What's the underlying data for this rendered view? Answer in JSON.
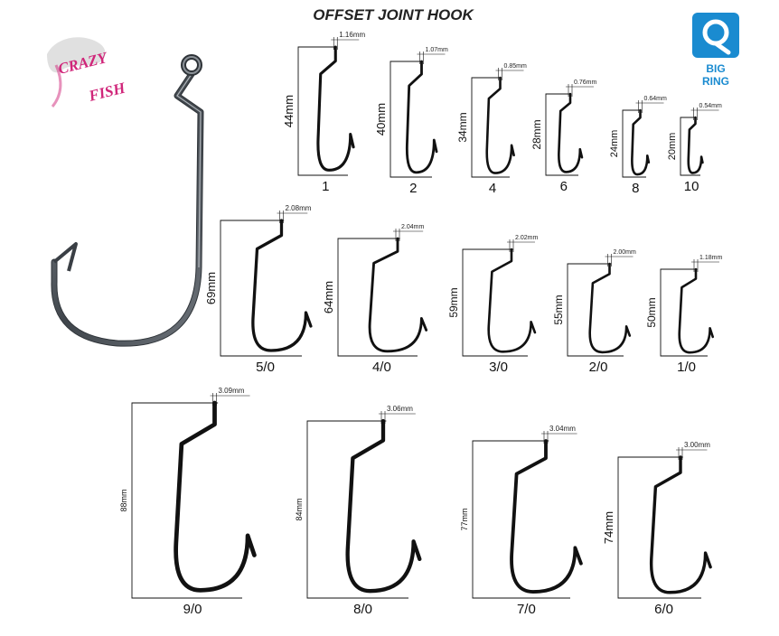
{
  "title": "OFFSET JOINT HOOK",
  "brand": {
    "line1": "CRAZY",
    "line2": "FISH"
  },
  "badge": {
    "line1": "BIG",
    "line2": "RING",
    "icon": "big-ring-icon",
    "color": "#1a8bd0"
  },
  "colors": {
    "hook_steel": "#555c63",
    "brand": "#d0267a",
    "ink": "#111111"
  },
  "hooks": [
    {
      "size": "1",
      "length": "44mm",
      "wire": "1.16mm"
    },
    {
      "size": "2",
      "length": "40mm",
      "wire": "1.07mm"
    },
    {
      "size": "4",
      "length": "34mm",
      "wire": "0.85mm"
    },
    {
      "size": "6",
      "length": "28mm",
      "wire": "0.76mm"
    },
    {
      "size": "8",
      "length": "24mm",
      "wire": "0.64mm"
    },
    {
      "size": "10",
      "length": "20mm",
      "wire": "0.54mm"
    },
    {
      "size": "5/0",
      "length": "69mm",
      "wire": "2.08mm"
    },
    {
      "size": "4/0",
      "length": "64mm",
      "wire": "2.04mm"
    },
    {
      "size": "3/0",
      "length": "59mm",
      "wire": "2.02mm"
    },
    {
      "size": "2/0",
      "length": "55mm",
      "wire": "2.00mm"
    },
    {
      "size": "1/0",
      "length": "50mm",
      "wire": "1.18mm"
    },
    {
      "size": "9/0",
      "length": "88mm",
      "wire": "3.09mm"
    },
    {
      "size": "8/0",
      "length": "84mm",
      "wire": "3.06mm"
    },
    {
      "size": "7/0",
      "length": "77mm",
      "wire": "3.04mm"
    },
    {
      "size": "6/0",
      "length": "74mm",
      "wire": "3.00mm"
    }
  ]
}
